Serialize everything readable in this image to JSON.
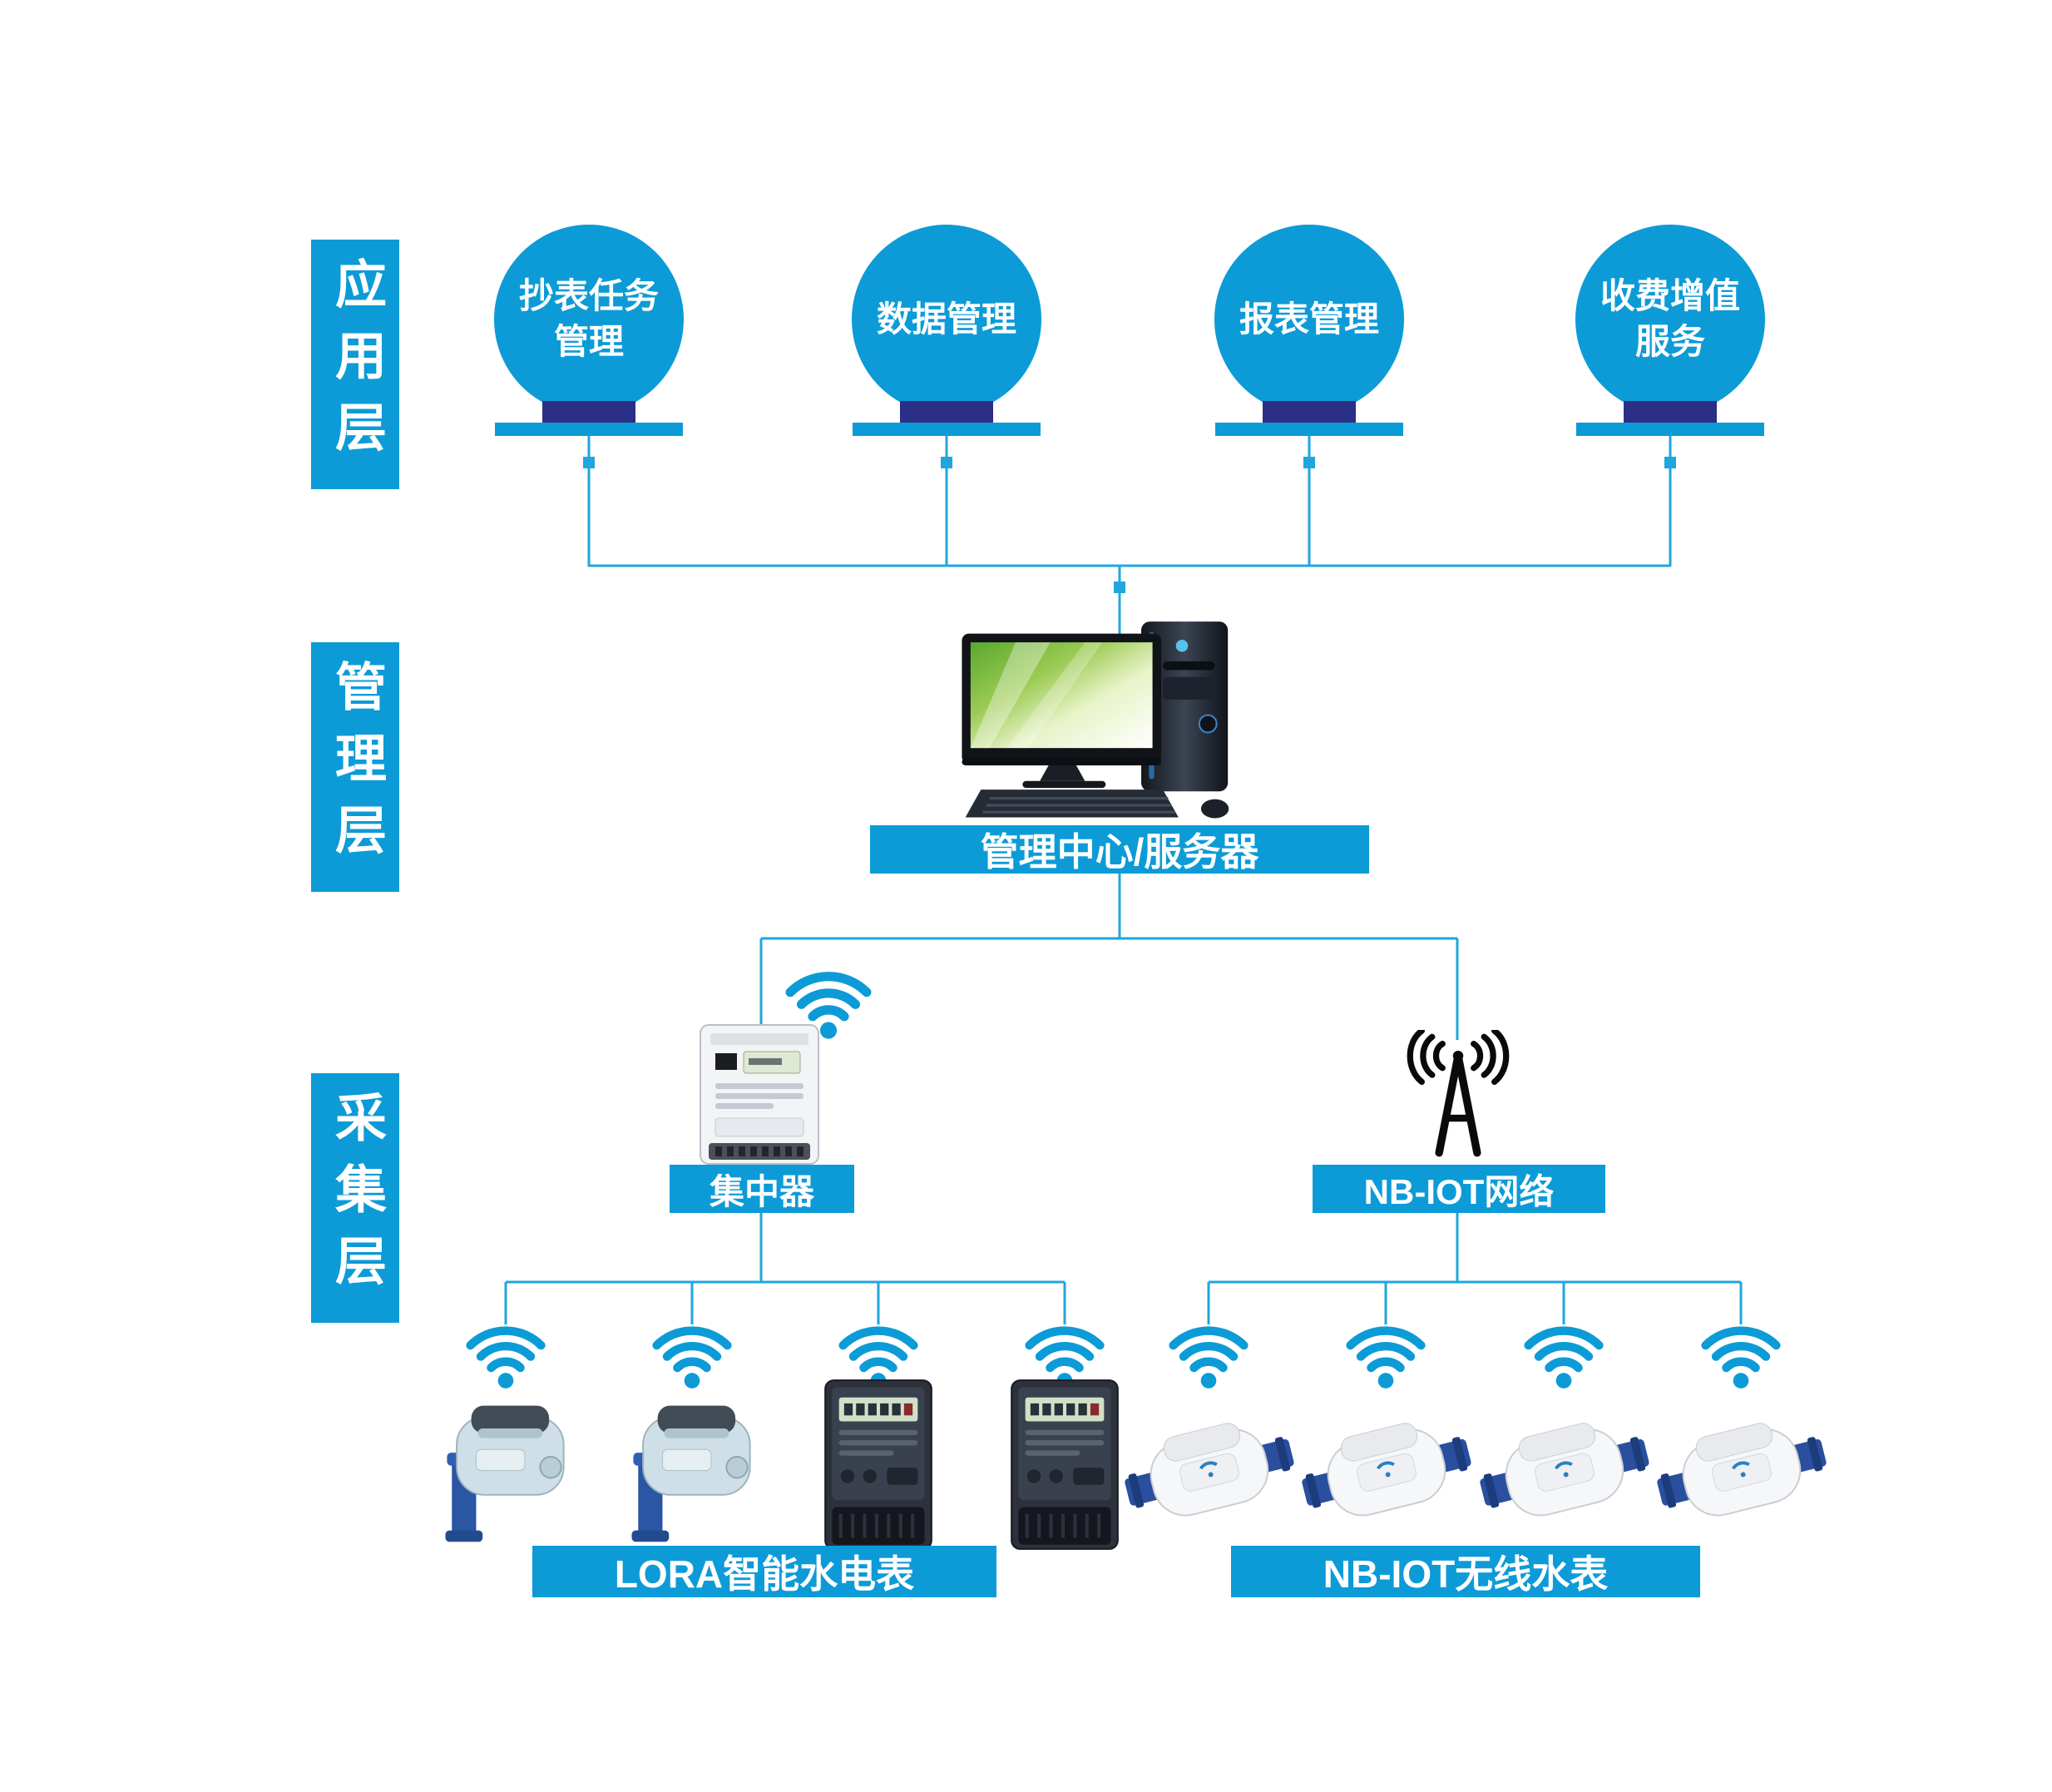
{
  "colors": {
    "primary_blue": "#0c9bd7",
    "connector_blue": "#1fa6de",
    "pedestal_navy": "#2b2f85",
    "icon_black": "#0a0a0a",
    "text_white": "#ffffff"
  },
  "layer_labels": [
    {
      "label": "应用层"
    },
    {
      "label": "管理层"
    },
    {
      "label": "采集层"
    }
  ],
  "application_nodes": [
    {
      "label": "抄表任务\n管理"
    },
    {
      "label": "数据管理"
    },
    {
      "label": "报表管理"
    },
    {
      "label": "收费增值\n服务"
    }
  ],
  "management": {
    "server_label": "管理中心/服务器"
  },
  "collection": {
    "concentrator_label": "集中器",
    "nbiot_network_label": "NB-IOT网络",
    "lora_devices_label": "LORA智能水电表",
    "nbiot_devices_label": "NB-IOT无线水表"
  },
  "icons": {
    "wifi": "wifi-signal-icon: blue arcs over dot",
    "nbiot_antenna": "antenna-tower-icon: black A-shaped mast with radiating waves",
    "computer": "desktop-computer-image: monitor, tower, keyboard, mouse",
    "concentrator": "concentrator-meter-image: white din meter with lcd",
    "lora_water_meter": "lora-water-meter-image: grey valve head on blue pipe",
    "electric_meter": "electric-meter-image: dark meter with lcd and terminals",
    "nbiot_water_meter": "nbiot-water-meter-image: white tilted body with blue fittings"
  }
}
